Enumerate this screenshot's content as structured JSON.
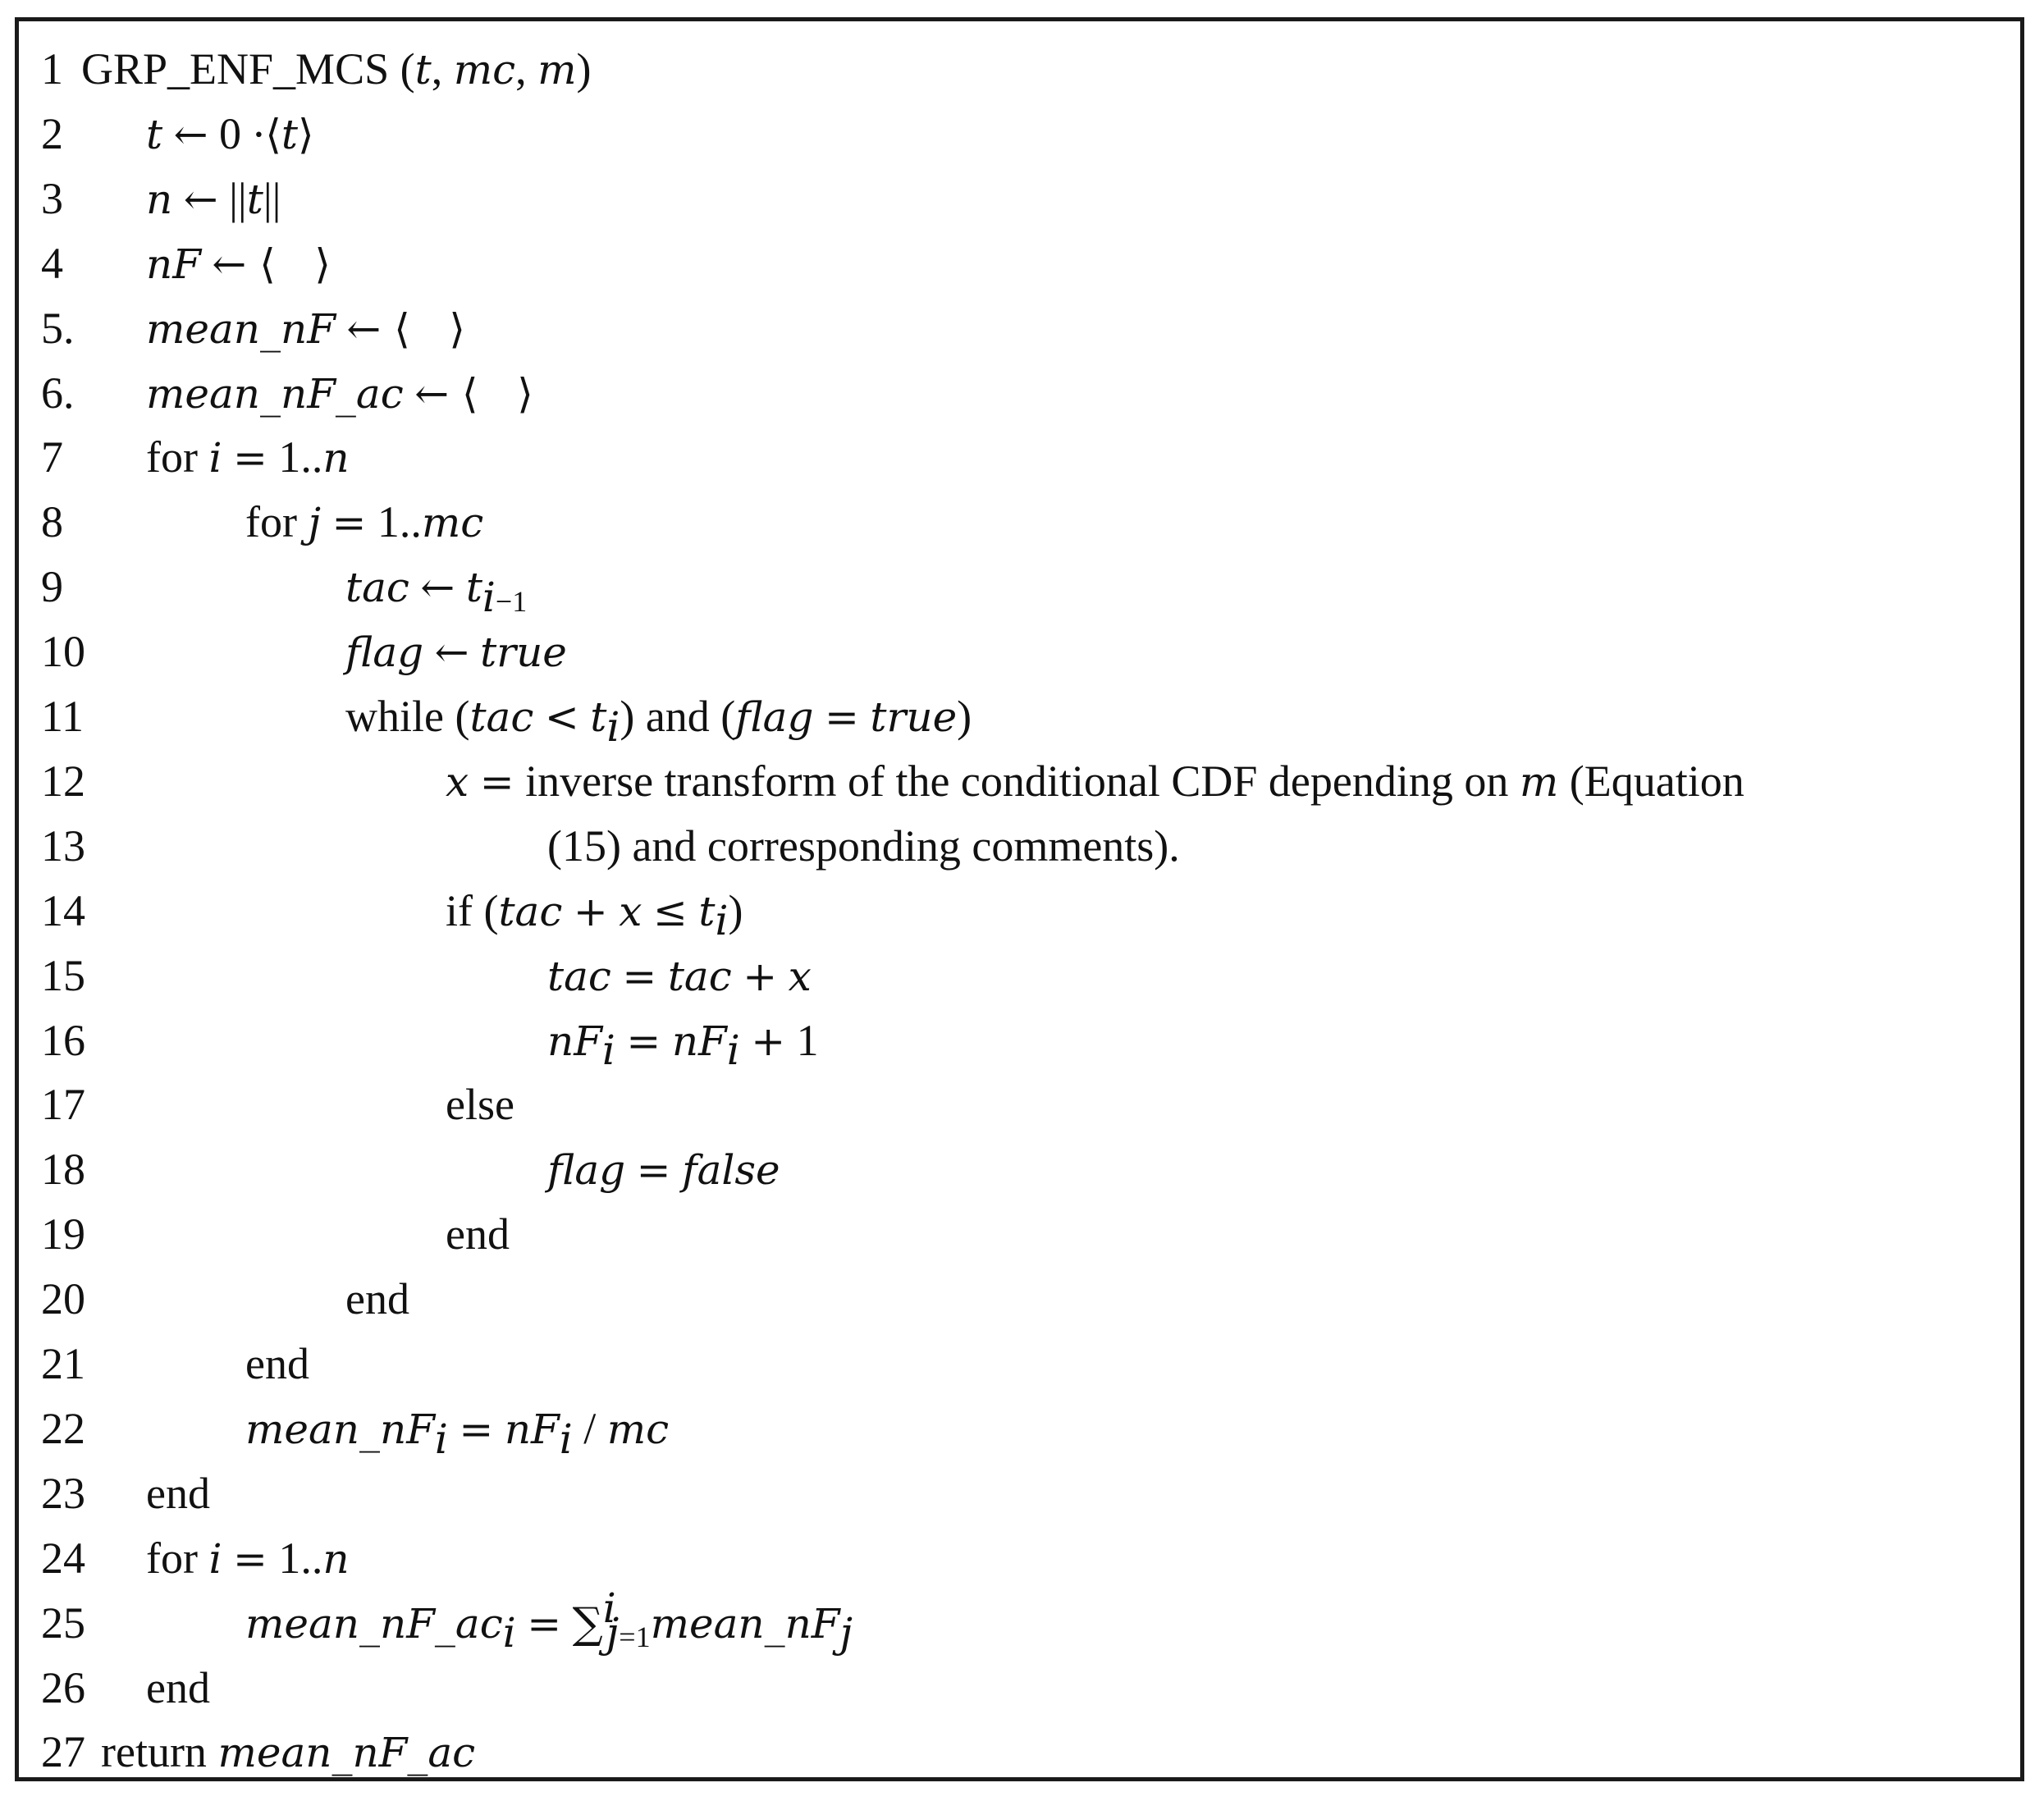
{
  "algorithm": {
    "lines": [
      {
        "num": "1",
        "indent": "title",
        "html": "GRP_ENF_MCS (<span class=\"math\">t</span>, <span class=\"math\">mc</span>, <span class=\"math\">m</span>)"
      },
      {
        "num": "2",
        "indent": "0",
        "html": "<span class=\"math\">t</span> <span class=\"op\">←</span> 0 <span class=\"op\">·⟨</span><span class=\"math\">t</span><span class=\"op\">⟩</span>"
      },
      {
        "num": "3",
        "indent": "0",
        "html": "<span class=\"math\">n</span> <span class=\"op\">←</span> ||<span class=\"math\">t</span>||"
      },
      {
        "num": "4",
        "indent": "0",
        "html": "<span class=\"math\">nF</span> <span class=\"op\">← ⟨ &nbsp; ⟩</span>"
      },
      {
        "num": "5.",
        "indent": "0",
        "html": "<span class=\"math\">mean_nF</span> <span class=\"op\">← ⟨ &nbsp; ⟩</span>"
      },
      {
        "num": "6.",
        "indent": "0",
        "html": "<span class=\"math\">mean_nF_ac</span> <span class=\"op\">← ⟨ &nbsp; ⟩</span>"
      },
      {
        "num": "7",
        "indent": "0",
        "html": "for <span class=\"math\">i</span> <span class=\"op\">=</span> 1..<span class=\"math\">n</span>"
      },
      {
        "num": "8",
        "indent": "1",
        "html": "for <span class=\"math\">j</span> <span class=\"op\">=</span> 1..<span class=\"math\">mc</span>"
      },
      {
        "num": "9",
        "indent": "2",
        "html": "<span class=\"math\">tac</span> <span class=\"op\">←</span> <span class=\"math\">t</span><sub><span class=\"math\">i</span>−1</sub>"
      },
      {
        "num": "10",
        "indent": "2",
        "html": "<span class=\"math\">flag</span> <span class=\"op\">←</span> <span class=\"math\">true</span>"
      },
      {
        "num": "11",
        "indent": "2",
        "html": "while (<span class=\"math\">tac</span> <span class=\"op\">&lt;</span> <span class=\"math\">t</span><sub><span class=\"math\">i</span></sub>) and (<span class=\"math\">flag</span> <span class=\"op\">=</span> <span class=\"math\">true</span>)"
      },
      {
        "num": "12",
        "indent": "3",
        "html": "<span class=\"math\">x</span> <span class=\"op\">=</span> inverse transform of the conditional CDF depending on <span class=\"math\">m</span> (Equation"
      },
      {
        "num": "13",
        "indent": "4",
        "html": "(15) and corresponding comments)."
      },
      {
        "num": "14",
        "indent": "3",
        "html": "if (<span class=\"math\">tac</span> <span class=\"op\">+</span> <span class=\"math\">x</span> <span class=\"op\">≤</span> <span class=\"math\">t</span><sub><span class=\"math\">i</span></sub>)"
      },
      {
        "num": "15",
        "indent": "4",
        "html": "<span class=\"math\">tac</span> <span class=\"op\">=</span> <span class=\"math\">tac</span> <span class=\"op\">+</span> <span class=\"math\">x</span>"
      },
      {
        "num": "16",
        "indent": "4",
        "html": "<span class=\"math\">nF</span><sub><span class=\"math\">i</span></sub> <span class=\"op\">=</span> <span class=\"math\">nF</span><sub><span class=\"math\">i</span></sub> <span class=\"op\">+</span> 1"
      },
      {
        "num": "17",
        "indent": "3",
        "html": "else"
      },
      {
        "num": "18",
        "indent": "4",
        "html": "<span class=\"math\">flag</span> <span class=\"op\">=</span> <span class=\"math\">false</span>"
      },
      {
        "num": "19",
        "indent": "3",
        "html": "end"
      },
      {
        "num": "20",
        "indent": "2",
        "html": "end"
      },
      {
        "num": "21",
        "indent": "1",
        "html": "end"
      },
      {
        "num": "22",
        "indent": "1",
        "html": "<span class=\"math\">mean_nF</span><sub><span class=\"math\">i</span></sub> <span class=\"op\">=</span> <span class=\"math\">nF</span><sub><span class=\"math\">i</span></sub> / <span class=\"math\">mc</span>"
      },
      {
        "num": "23",
        "indent": "0",
        "html": "end"
      },
      {
        "num": "24",
        "indent": "0",
        "html": "for <span class=\"math\">i</span> <span class=\"op\">=</span> 1..<span class=\"math\">n</span>"
      },
      {
        "num": "25",
        "indent": "1",
        "html": "<span class=\"math\">mean_nF_ac</span><sub><span class=\"math\">i</span></sub> <span class=\"op\">=</span> <span class=\"sumsym\">∑</span><sup><span class=\"math\">i</span></sup><sub style=\"margin-left:-12px\"><span class=\"math\">j</span>=1</sub><span class=\"math\">mean_nF</span><sub><span class=\"math\">j</span></sub>"
      },
      {
        "num": "26",
        "indent": "0",
        "html": "end"
      },
      {
        "num": "27",
        "indent": "ret",
        "html": "return <span class=\"math\">mean_nF_ac</span>"
      }
    ]
  }
}
